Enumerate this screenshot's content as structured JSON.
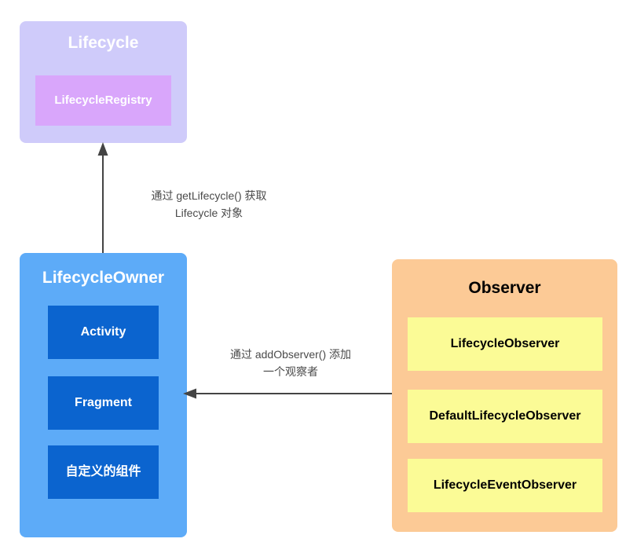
{
  "diagram": {
    "title_present": false,
    "background_color": "#ffffff",
    "groups": [
      {
        "id": "lifecycle",
        "title": "Lifecycle",
        "fill": "#cfcbfa",
        "title_color": "#ffffff",
        "children": [
          {
            "label": "LifecycleRegistry",
            "fill": "#d9a6fb",
            "text_color": "#ffffff"
          }
        ]
      },
      {
        "id": "lifecycleowner",
        "title": "LifecycleOwner",
        "fill": "#5dabf8",
        "title_color": "#ffffff",
        "children": [
          {
            "label": "Activity",
            "fill": "#0b64cf",
            "text_color": "#ffffff"
          },
          {
            "label": "Fragment",
            "fill": "#0b64cf",
            "text_color": "#ffffff"
          },
          {
            "label": "自定义的组件",
            "fill": "#0b64cf",
            "text_color": "#ffffff"
          }
        ]
      },
      {
        "id": "observer",
        "title": "Observer",
        "fill": "#fcca96",
        "title_color": "#000000",
        "children": [
          {
            "label": "LifecycleObserver",
            "fill": "#fbfb96",
            "text_color": "#000000"
          },
          {
            "label": "DefaultLifecycleObserver",
            "fill": "#fbfb96",
            "text_color": "#000000"
          },
          {
            "label": "LifecycleEventObserver",
            "fill": "#fbfb96",
            "text_color": "#000000"
          }
        ]
      }
    ],
    "edges": [
      {
        "id": "getlifecycle",
        "from": "lifecycleowner",
        "to": "lifecycle",
        "direction": "up",
        "label": "通过 getLifecycle() 获取\nLifecycle 对象",
        "color": "#444444"
      },
      {
        "id": "addobserver",
        "from": "observer",
        "to": "lifecycleowner",
        "direction": "left",
        "label": "通过 addObserver() 添加\n一个观察者",
        "color": "#444444"
      }
    ]
  }
}
